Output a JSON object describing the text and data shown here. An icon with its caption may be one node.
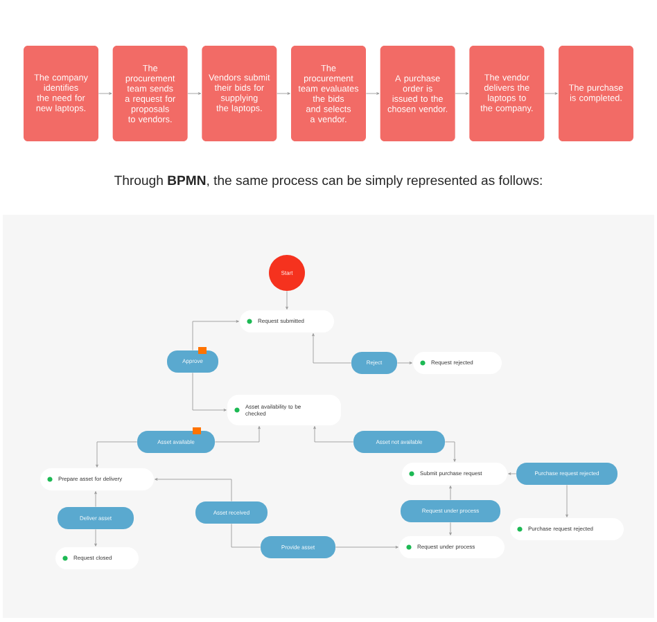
{
  "diagram": {
    "nodes": [
      {
        "text": [
          "The company identifies the need for new laptops."
        ]
      },
      {
        "text": [
          "The procurement team sends a request for proposals to vendors."
        ]
      },
      {
        "text": [
          "Vendors submit their bids for supplying the laptops."
        ]
      },
      {
        "text": [
          "The procurement team evaluates the bids and selects a vendor."
        ]
      },
      {
        "text": [
          "A purchase order is issued to the chosen vendor."
        ]
      },
      {
        "text": [
          "The vendor delivers the laptops to the company."
        ]
      },
      {
        "text": [
          "The purchase is completed."
        ]
      },
      {
        "text": [
          "Start"
        ]
      },
      {
        "text": [
          "Request submitted"
        ]
      },
      {
        "text": [
          "Approve"
        ]
      },
      {
        "text": [
          "Reject"
        ]
      },
      {
        "text": [
          "Request rejected"
        ]
      },
      {
        "text": [
          "Asset availability to be checked"
        ]
      },
      {
        "text": [
          "Asset available"
        ]
      },
      {
        "text": [
          "Asset not available"
        ]
      },
      {
        "text": [
          "Prepare asset for delivery"
        ]
      },
      {
        "text": [
          "Submit purchase request"
        ]
      },
      {
        "text": [
          "Purchase request rejected"
        ]
      },
      {
        "text": [
          "Deliver asset"
        ]
      },
      {
        "text": [
          "Asset received"
        ]
      },
      {
        "text": [
          "Request under process"
        ]
      },
      {
        "text": [
          "Purchase request rejected"
        ]
      },
      {
        "text": [
          "Provide asset"
        ]
      },
      {
        "text": [
          "Request under process"
        ]
      },
      {
        "text": [
          "Request closed"
        ]
      }
    ],
    "edges": [
      {
        "from": 0,
        "to": 1,
        "arrow": "to"
      },
      {
        "from": 1,
        "to": 2,
        "arrow": "to"
      },
      {
        "from": 2,
        "to": 3,
        "arrow": "to"
      },
      {
        "from": 3,
        "to": 4,
        "arrow": "to"
      },
      {
        "from": 4,
        "to": 5,
        "arrow": "to"
      },
      {
        "from": 5,
        "to": 6,
        "arrow": "to"
      },
      {
        "from": 7,
        "to": 8,
        "arrow": "to"
      },
      {
        "from": 9,
        "to": 8,
        "arrow": "to"
      },
      {
        "from": 9,
        "to": 12,
        "arrow": "to"
      },
      {
        "from": 10,
        "to": 8,
        "arrow": "to"
      },
      {
        "from": 10,
        "to": 11,
        "arrow": "to"
      },
      {
        "from": 13,
        "to": 12,
        "arrow": "to"
      },
      {
        "from": 13,
        "to": 15,
        "arrow": "to"
      },
      {
        "from": 14,
        "to": 12,
        "arrow": "to"
      },
      {
        "from": 14,
        "to": 16,
        "arrow": "to"
      },
      {
        "from": 17,
        "to": 16,
        "arrow": "to"
      },
      {
        "from": 17,
        "to": 21,
        "arrow": "to"
      },
      {
        "from": 20,
        "to": 16,
        "arrow": "to"
      },
      {
        "from": 20,
        "to": 23,
        "arrow": "to"
      },
      {
        "from": 18,
        "to": 15,
        "arrow": "to"
      },
      {
        "from": 18,
        "to": 24,
        "arrow": "to"
      },
      {
        "from": 19,
        "to": 15,
        "arrow": "to"
      },
      {
        "from": 19,
        "to": 22,
        "arrow": "none"
      },
      {
        "from": 22,
        "to": 23,
        "arrow": "to"
      }
    ],
    "labels": [
      "Through **BPMN**, the same process can be simply represented as follows:"
    ]
  }
}
